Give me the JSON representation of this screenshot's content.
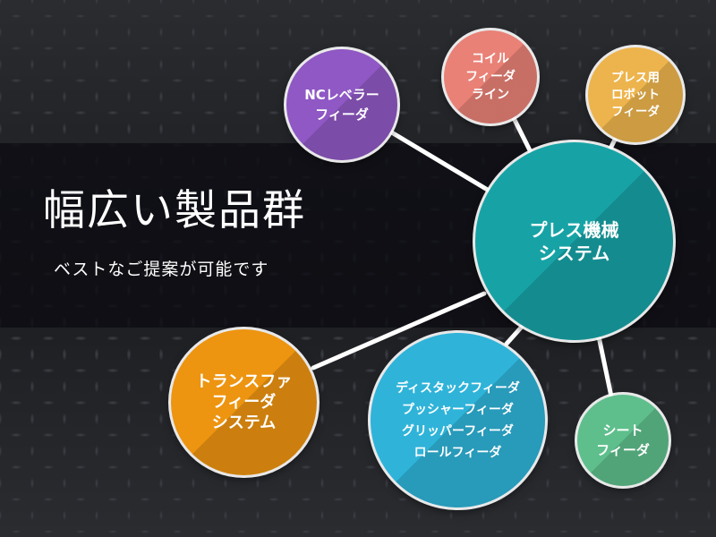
{
  "heading": "幅広い製品群",
  "subheading": "ベストなご提案が可能です",
  "colors": {
    "purple": "#8f58c4",
    "salmon": "#e98176",
    "yellow": "#edb44d",
    "teal": "#17a3a6",
    "orange": "#ed9410",
    "cyan": "#2fb3d9",
    "green": "#5ebf8c"
  },
  "nodes": {
    "nc_leveler": "NCレベラー\nフィーダ",
    "coil_line": "コイル\nフィーダ\nライン",
    "press_robot": "プレス用\nロボット\nフィーダ",
    "press_system": "プレス機械\nシステム",
    "transfer": "トランスファ\nフィーダ\nシステム",
    "feeders": "ディスタックフィーダ\nプッシャーフィーダ\nグリッパーフィーダ\nロールフィーダ",
    "sheet": "シート\nフィーダ"
  }
}
